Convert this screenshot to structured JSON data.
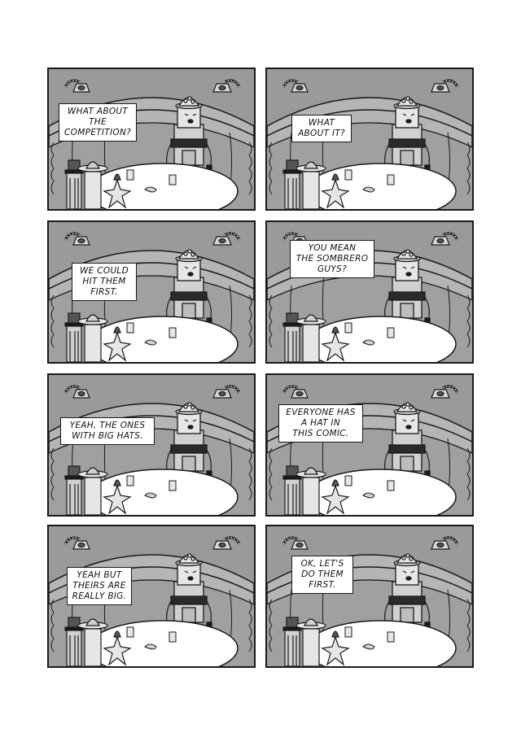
{
  "page": {
    "background": "#ffffff"
  },
  "colors": {
    "ink": "#1a1a1a",
    "wall": "#8f8f8f",
    "booth": "#a9a9a9",
    "table": "#ffffff"
  },
  "panels": [
    {
      "speaker": "left",
      "lines": [
        "WHAT ABOUT",
        "THE",
        "COMPETITION?"
      ]
    },
    {
      "speaker": "right",
      "lines": [
        "WHAT",
        "ABOUT IT?"
      ]
    },
    {
      "speaker": "left",
      "lines": [
        "WE COULD",
        "HIT THEM",
        "FIRST."
      ]
    },
    {
      "speaker": "right",
      "lines": [
        "YOU MEAN",
        "THE SOMBRERO",
        "GUYS?"
      ]
    },
    {
      "speaker": "left",
      "lines": [
        "YEAH, THE ONES",
        "WITH BIG HATS."
      ]
    },
    {
      "speaker": "right",
      "lines": [
        "EVERYONE HAS",
        "A HAT IN",
        "THIS COMIC."
      ]
    },
    {
      "speaker": "left",
      "lines": [
        "YEAH BUT",
        "THEIRS ARE",
        "REALLY BIG."
      ]
    },
    {
      "speaker": "right",
      "lines": [
        "OK, LET'S",
        "DO THEM",
        "FIRST."
      ]
    }
  ]
}
